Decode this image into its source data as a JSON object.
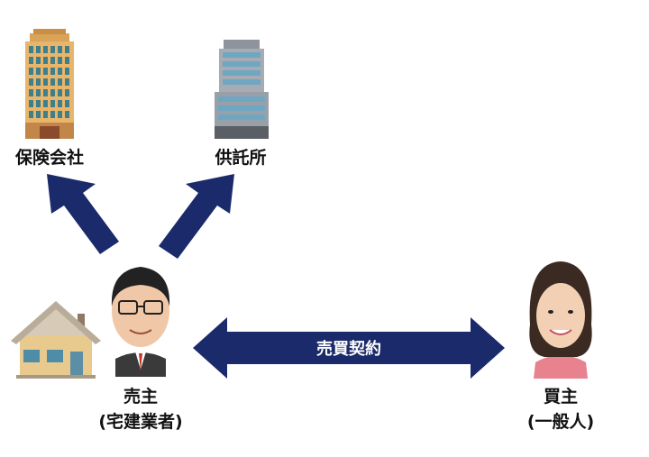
{
  "labels": {
    "insurance_company": "保険会社",
    "deposit_office": "供託所",
    "sale_contract": "売買契約",
    "seller": "売主",
    "seller_sub": "(宅建業者)",
    "buyer": "買主",
    "buyer_sub": "(一般人)"
  },
  "colors": {
    "arrow": "#1b2a6b",
    "arrow_text": "#ffffff",
    "label_text": "#111111"
  },
  "icons": {
    "insurance_building": "office-tower-icon",
    "deposit_building": "office-building-icon",
    "house": "house-icon",
    "seller_person": "man-with-glasses-avatar",
    "buyer_person": "woman-avatar"
  }
}
